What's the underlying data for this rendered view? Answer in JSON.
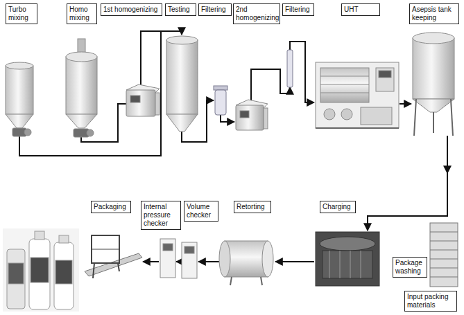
{
  "diagram": {
    "nodes": [
      {
        "text": [
          "Turbo mixing"
        ]
      },
      {
        "text": [
          "Homo mixing"
        ]
      },
      {
        "text": [
          "1st homogenizing"
        ]
      },
      {
        "text": [
          "Testing"
        ]
      },
      {
        "text": [
          "Filtering"
        ]
      },
      {
        "text": [
          "2nd homogenizing"
        ]
      },
      {
        "text": [
          "Filtering"
        ]
      },
      {
        "text": [
          "UHT"
        ]
      },
      {
        "text": [
          "Asepsis tank keeping"
        ]
      },
      {
        "text": [
          "Packaging"
        ]
      },
      {
        "text": [
          "Internal pressure checker"
        ]
      },
      {
        "text": [
          "Volume checker"
        ]
      },
      {
        "text": [
          "Retorting"
        ]
      },
      {
        "text": [
          "Charging"
        ]
      },
      {
        "text": [
          "Package washing"
        ]
      },
      {
        "text": [
          "Input packing materials"
        ]
      }
    ]
  }
}
